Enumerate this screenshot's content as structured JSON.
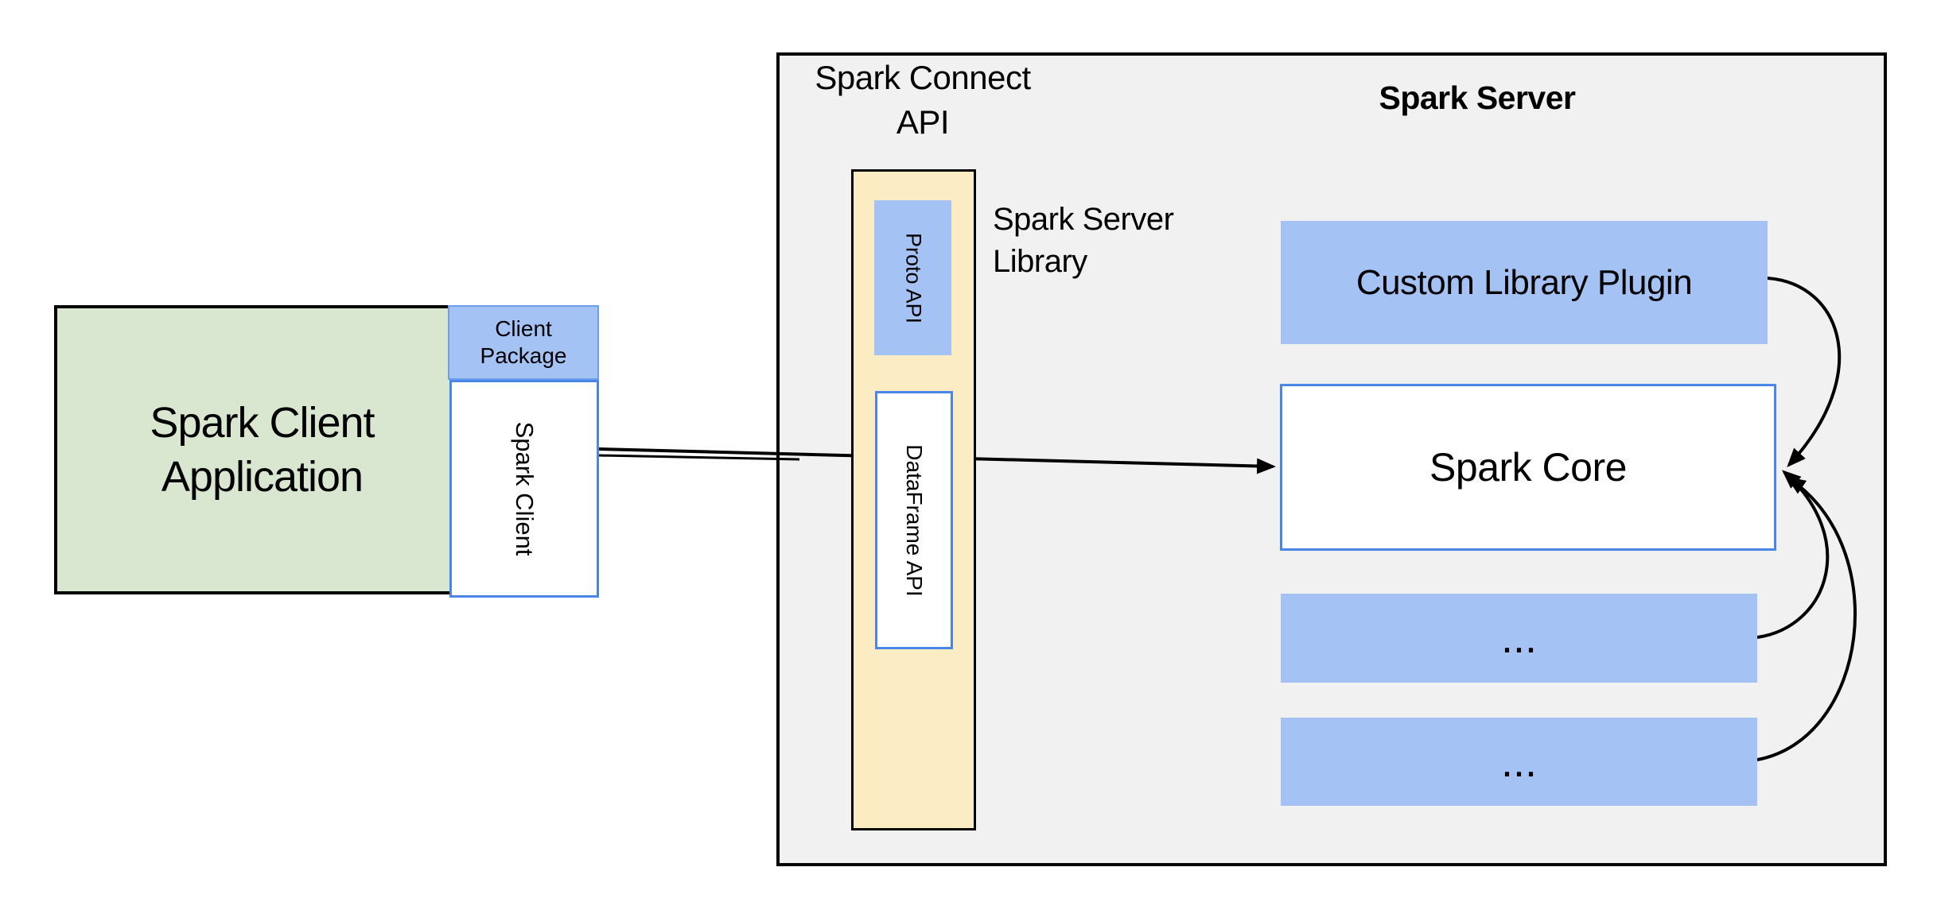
{
  "colors": {
    "green_fill": "#d9e6d0",
    "blue_fill": "#a4c2f4",
    "yellow_fill": "#fcecc4",
    "gray_fill": "#f1f1f2",
    "blue_border": "#4a86e8",
    "package_border": "#6d9eeb",
    "outline": "#000000"
  },
  "client_group": {
    "application_label_line1": "Spark Client",
    "application_label_line2": "Application",
    "package_label_line1": "Client",
    "package_label_line2": "Package",
    "spark_client_label": "Spark Client"
  },
  "connect_group": {
    "title_line1": "Spark Connect",
    "title_line2": "API",
    "proto_api_label": "Proto API",
    "dataframe_api_label": "DataFrame API",
    "library_label_line1": "Spark Server",
    "library_label_line2": "Library"
  },
  "server_group": {
    "title": "Spark Server",
    "plugin_label": "Custom Library Plugin",
    "core_label": "Spark Core",
    "module_placeholder_1": "...",
    "module_placeholder_2": "..."
  }
}
